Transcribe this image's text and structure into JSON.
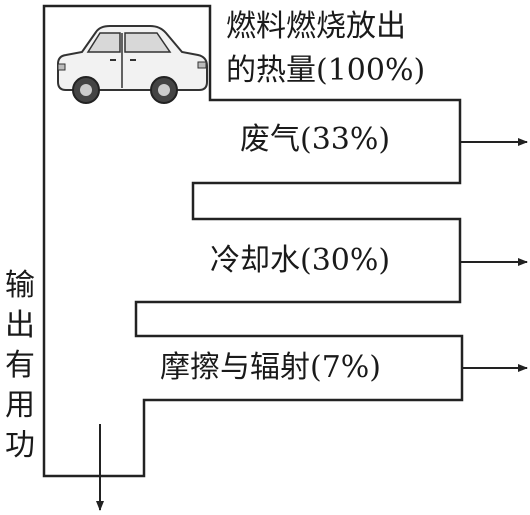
{
  "title_line1": "燃料燃烧放出",
  "title_line2": "的热量(100%)",
  "losses": [
    {
      "label": "废气(33%)",
      "percent": 33
    },
    {
      "label": "冷却水(30%)",
      "percent": 30
    },
    {
      "label": "摩擦与辐射(7%)",
      "percent": 7
    }
  ],
  "output_label": "输出有用功",
  "colors": {
    "line": "#222222",
    "car_body": "#f2f2f2",
    "car_outline": "#333333",
    "wheel": "#444444",
    "window": "#d8d8d8"
  },
  "icons": {
    "car": "car-icon"
  }
}
